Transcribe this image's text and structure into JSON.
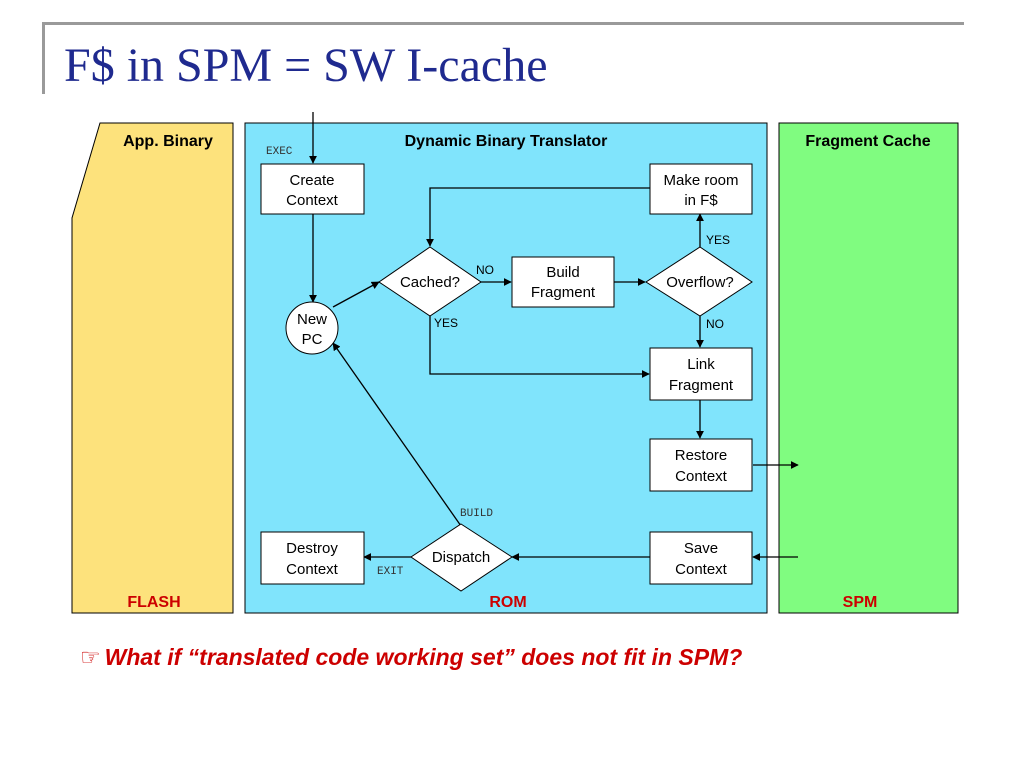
{
  "slide": {
    "title": "F$ in SPM = SW I-cache",
    "bullet_icon": "pointing-hand-icon",
    "bullet_text": "What if “translated code working set” does not fit in SPM?"
  },
  "panels": {
    "app_binary": {
      "header": "App. Binary",
      "footer": "FLASH",
      "color": "#fde27c"
    },
    "dbt": {
      "header": "Dynamic Binary Translator",
      "footer": "ROM",
      "color": "#80e4fc"
    },
    "fragment_cache": {
      "header": "Fragment Cache",
      "footer": "SPM",
      "color": "#80fc80"
    }
  },
  "nodes": {
    "create_context": [
      "Create",
      "Context"
    ],
    "new_pc": [
      "New",
      "PC"
    ],
    "cached": "Cached?",
    "build_fragment": [
      "Build",
      "Fragment"
    ],
    "overflow": "Overflow?",
    "make_room": [
      "Make room",
      "in F$"
    ],
    "link_fragment": [
      "Link",
      "Fragment"
    ],
    "restore_context": [
      "Restore",
      "Context"
    ],
    "save_context": [
      "Save",
      "Context"
    ],
    "dispatch": "Dispatch",
    "destroy_context": [
      "Destroy",
      "Context"
    ]
  },
  "edge_labels": {
    "exec": "EXEC",
    "cached_no": "NO",
    "cached_yes": "YES",
    "overflow_yes": "YES",
    "overflow_no": "NO",
    "build": "BUILD",
    "exit": "EXIT"
  }
}
